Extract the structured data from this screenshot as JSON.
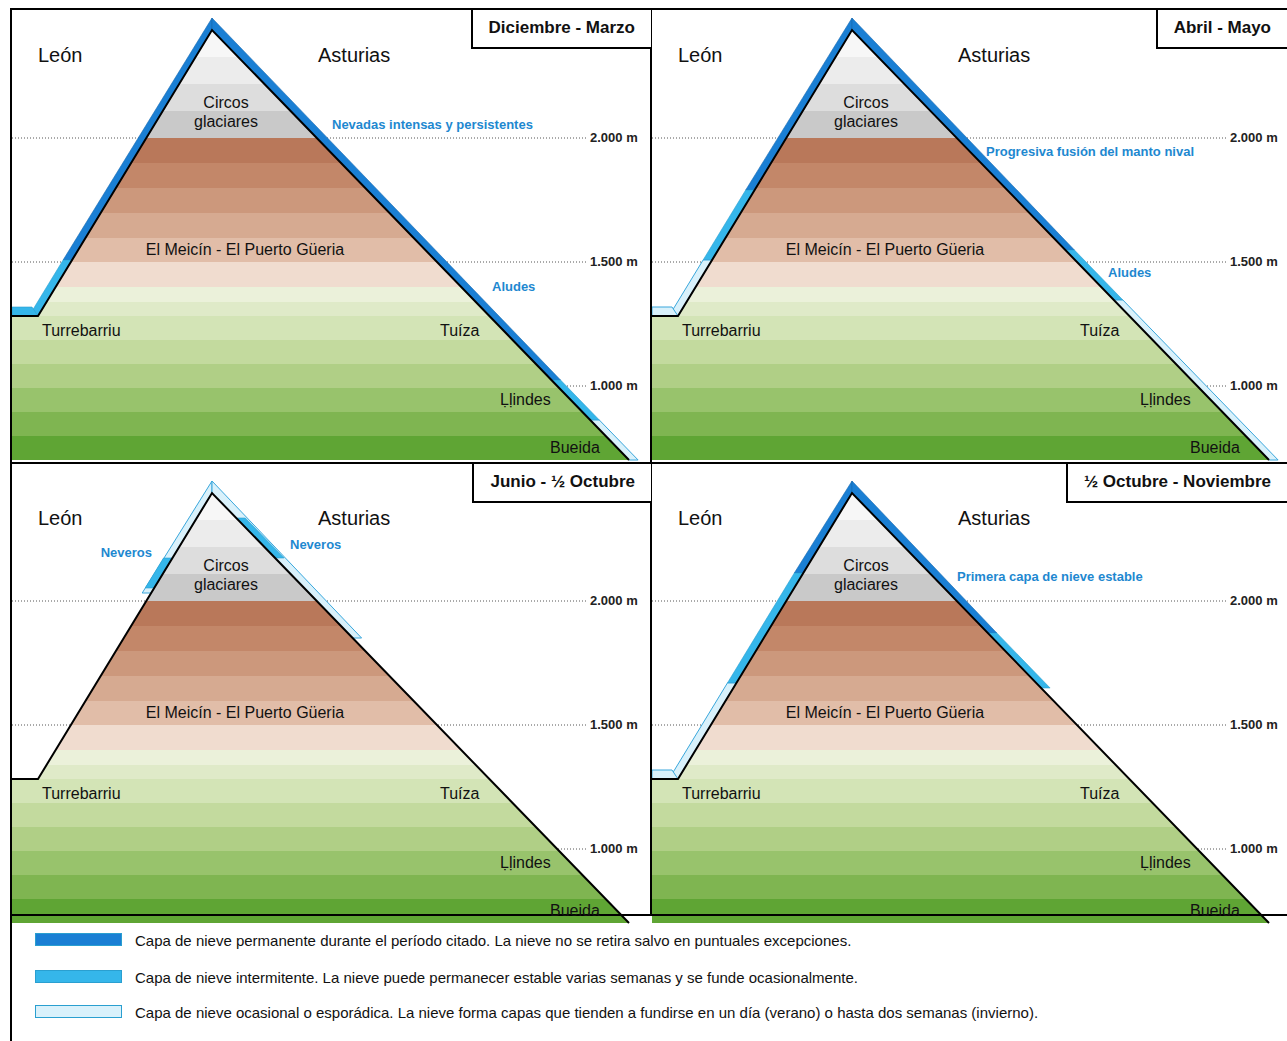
{
  "diagram": {
    "nodes": [
      {
        "text": [
          "Diciembre - Marzo"
        ]
      },
      {
        "text": [
          "Abril - Mayo"
        ]
      },
      {
        "text": [
          "Junio - ½ Octubre"
        ]
      },
      {
        "text": [
          "½ Octubre - Noviembre"
        ]
      }
    ],
    "labels": [
      "León",
      "Asturias",
      "Circos glaciares",
      "Nevadas intensas y persistentes",
      "2.000 m",
      "El Meicín - El Puerto Güeria",
      "1.500 m",
      "Aludes",
      "Turrebarriu",
      "Tuíza",
      "1.000 m",
      "Ḷḷindes",
      "Bueida",
      "León",
      "Asturias",
      "Circos glaciares",
      "Progresiva fusión del manto nival",
      "2.000 m",
      "El Meicín - El Puerto Güeria",
      "1.500 m",
      "Aludes",
      "Turrebarriu",
      "Tuíza",
      "1.000 m",
      "Ḷḷindes",
      "Bueida",
      "León",
      "Asturias",
      "Neveros",
      "Circos glaciares",
      "Neveros",
      "2.000 m",
      "El Meicín - El Puerto Güeria",
      "1.500 m",
      "Turrebarriu",
      "Tuíza",
      "1.000 m",
      "Ḷḷindes",
      "Bueida",
      "León",
      "Asturias",
      "Circos glaciares",
      "Primera capa de nieve estable",
      "2.000 m",
      "El Meicín - El Puerto Güeria",
      "1.500 m",
      "Turrebarriu",
      "Tuíza",
      "1.000 m",
      "Ḷḷindes",
      "Bueida"
    ],
    "legend": [
      {
        "text": "Capa de nieve permanente durante el período citado. La nieve no se retira salvo en puntuales excepciones.",
        "color": "#1a7fd4"
      },
      {
        "text": "Capa de nieve intermitente. La nieve puede permanecer estable varias semanas y se funde ocasionalmente.",
        "color": "#35b6ea"
      },
      {
        "text": "Capa de nieve ocasional o esporádica. La nieve forma capas que tienden a fundirse en un día (verano) o hasta dos semanas (invierno).",
        "color": "#d9f1fb"
      }
    ]
  }
}
